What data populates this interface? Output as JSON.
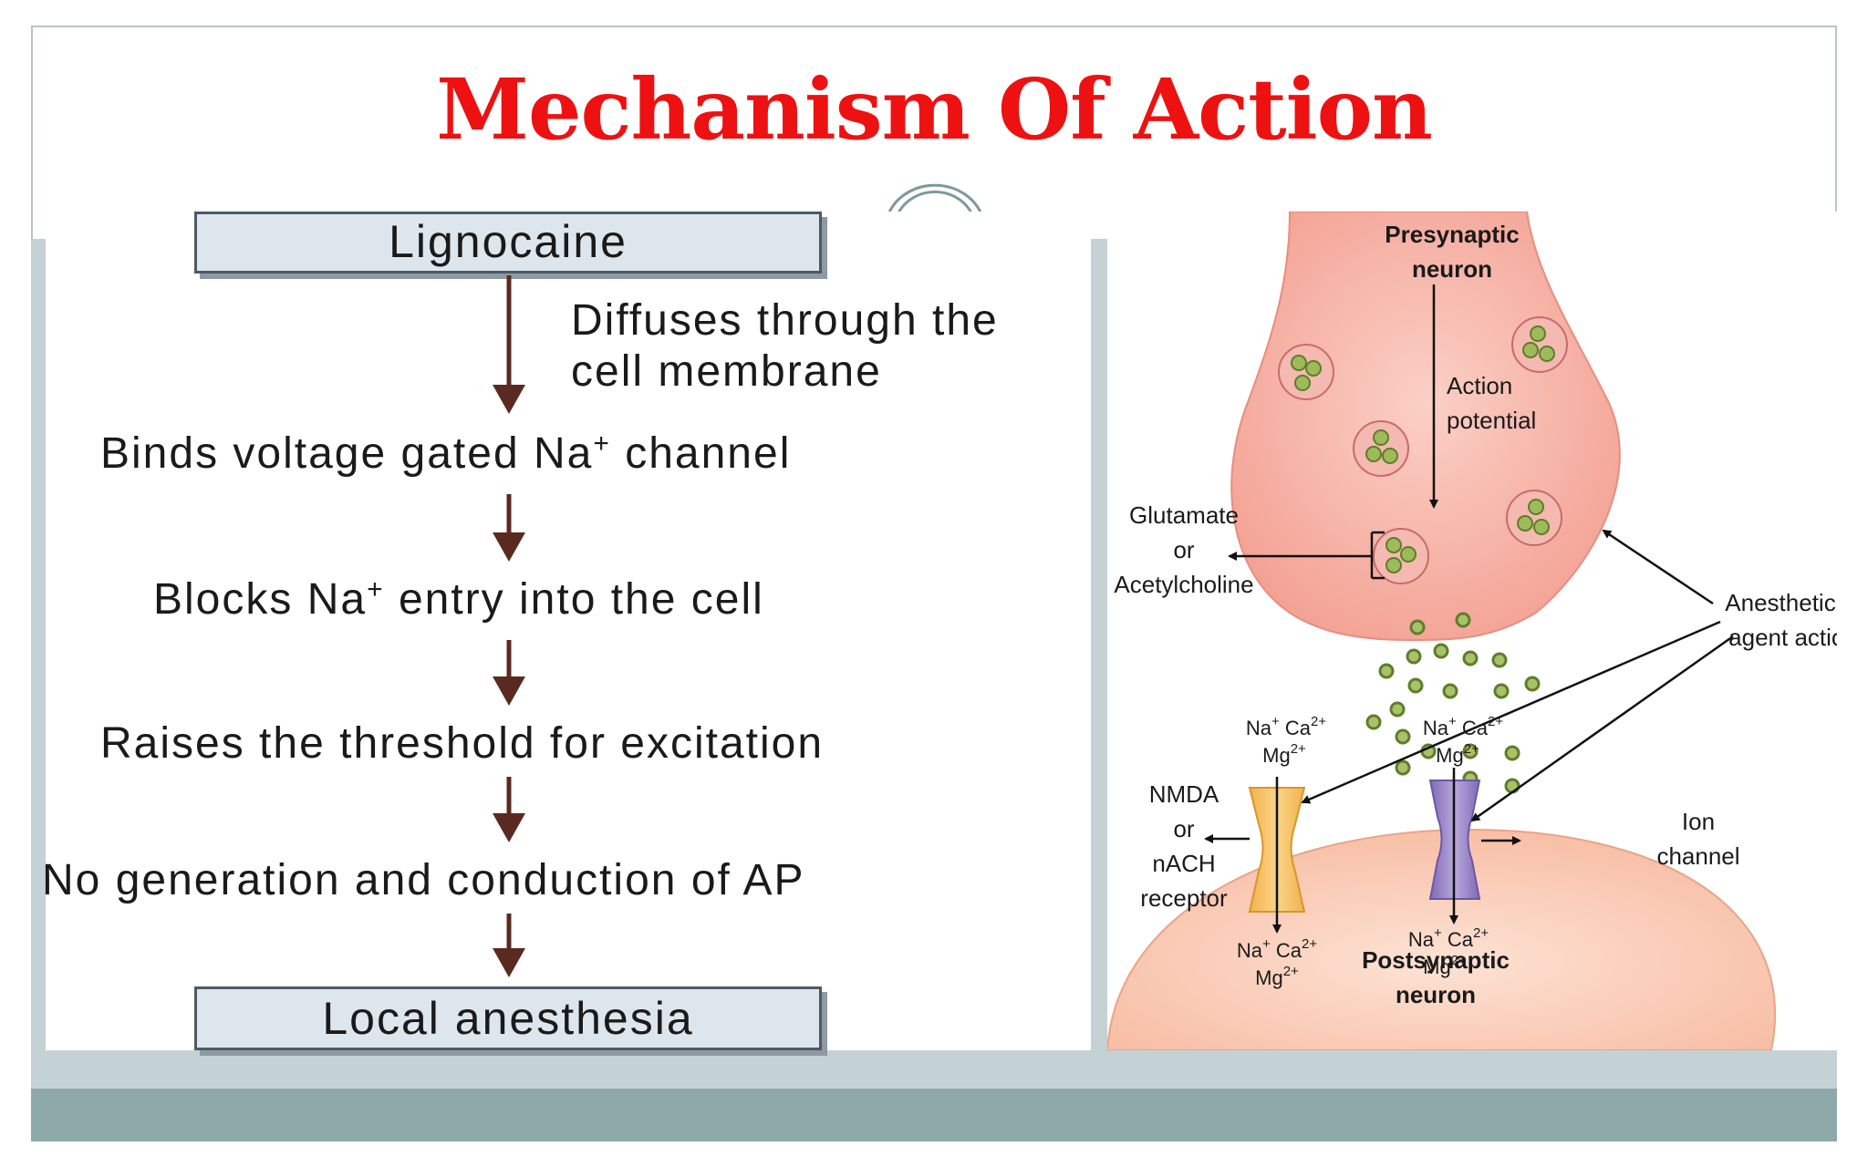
{
  "title": "Mechanism Of Action",
  "flowchart": {
    "start": "Lignocaine",
    "diffuse_line1": "Diffuses through the",
    "diffuse_line2": "cell membrane",
    "bind_pre": "Binds voltage gated Na",
    "bind_sup": "+",
    "bind_post": " channel",
    "block_pre": "Blocks Na",
    "block_sup": "+",
    "block_post": " entry into the cell",
    "raise": "Raises the threshold for excitation",
    "noap": "No generation and conduction of AP",
    "end": "Local anesthesia"
  },
  "synapse": {
    "presynaptic_1": "Presynaptic",
    "presynaptic_2": "neuron",
    "action_1": "Action",
    "action_2": "potential",
    "glutamate_1": "Glutamate",
    "glutamate_2": "or",
    "glutamate_3": "Acetylcholine",
    "anesthetic_1": "Anesthetic",
    "anesthetic_2": "agent action",
    "nmda_1": "NMDA",
    "nmda_2": "or",
    "nmda_3": "nACH",
    "nmda_4": "receptor",
    "ion_1": "Ion",
    "ion_2": "channel",
    "postsynaptic_1": "Postsynaptic",
    "postsynaptic_2": "neuron",
    "ions_na": "Na",
    "ions_na_sup": "+",
    "ions_ca": " Ca",
    "ions_ca_sup": "2+",
    "ions_mg": "Mg",
    "ions_mg_sup": "2+"
  },
  "colors": {
    "title": "#ee1111",
    "arrow": "#5a2a20",
    "presynaptic": "#f7b3a6",
    "postsynaptic": "#fbd2bf",
    "vesicle": "#8aa84a",
    "receptor_orange": "#f7c56a",
    "receptor_purple": "#9b86c9"
  }
}
